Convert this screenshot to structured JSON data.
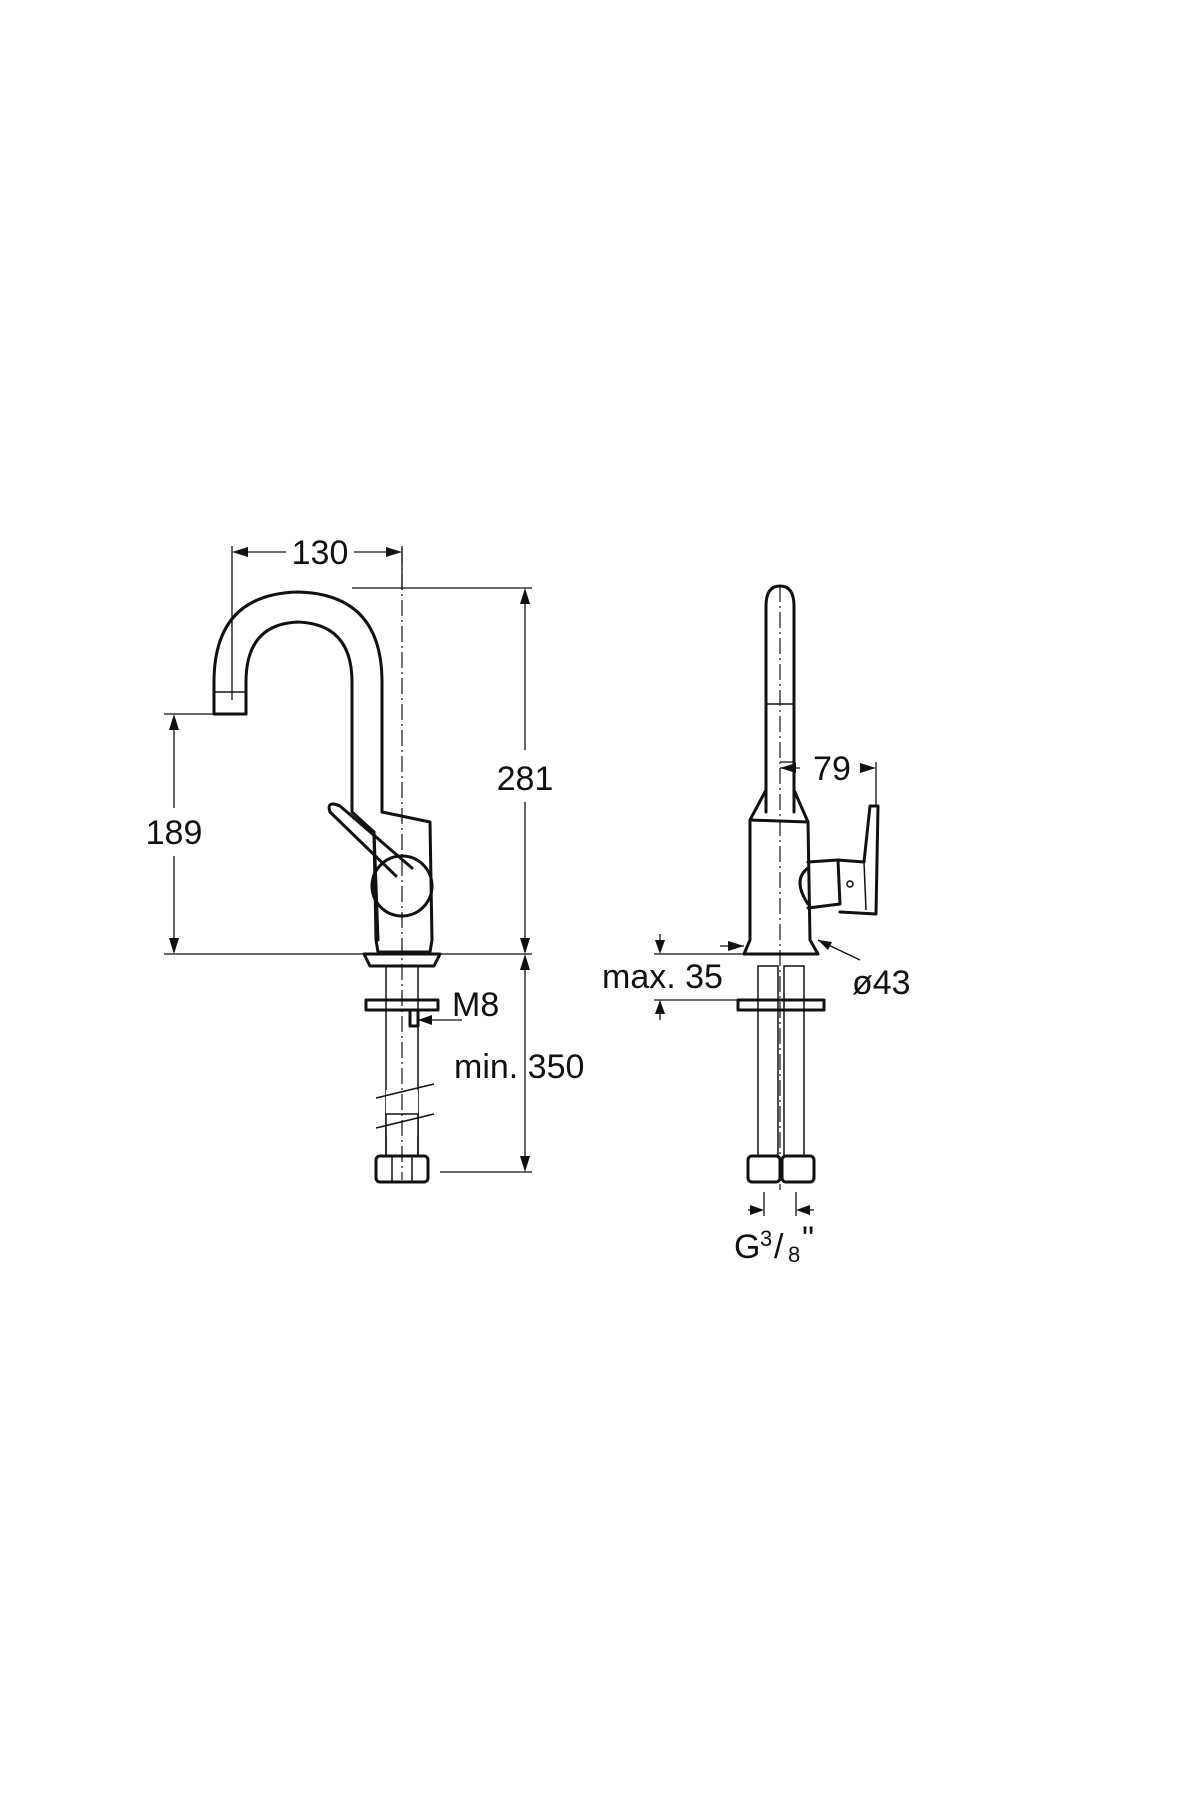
{
  "dimensions": {
    "spout_reach": "130",
    "total_height": "281",
    "spout_height": "189",
    "lever_depth": "79",
    "max_thickness": "max. 35",
    "base_diameter": "ø43",
    "stud_thread": "M8",
    "hose_length": "min. 350",
    "connection_thread": {
      "prefix": "G",
      "numerator": "3",
      "slash": "/",
      "denominator": "8",
      "suffix": "\""
    }
  },
  "colors": {
    "ink": "#111111",
    "paper": "#ffffff"
  }
}
